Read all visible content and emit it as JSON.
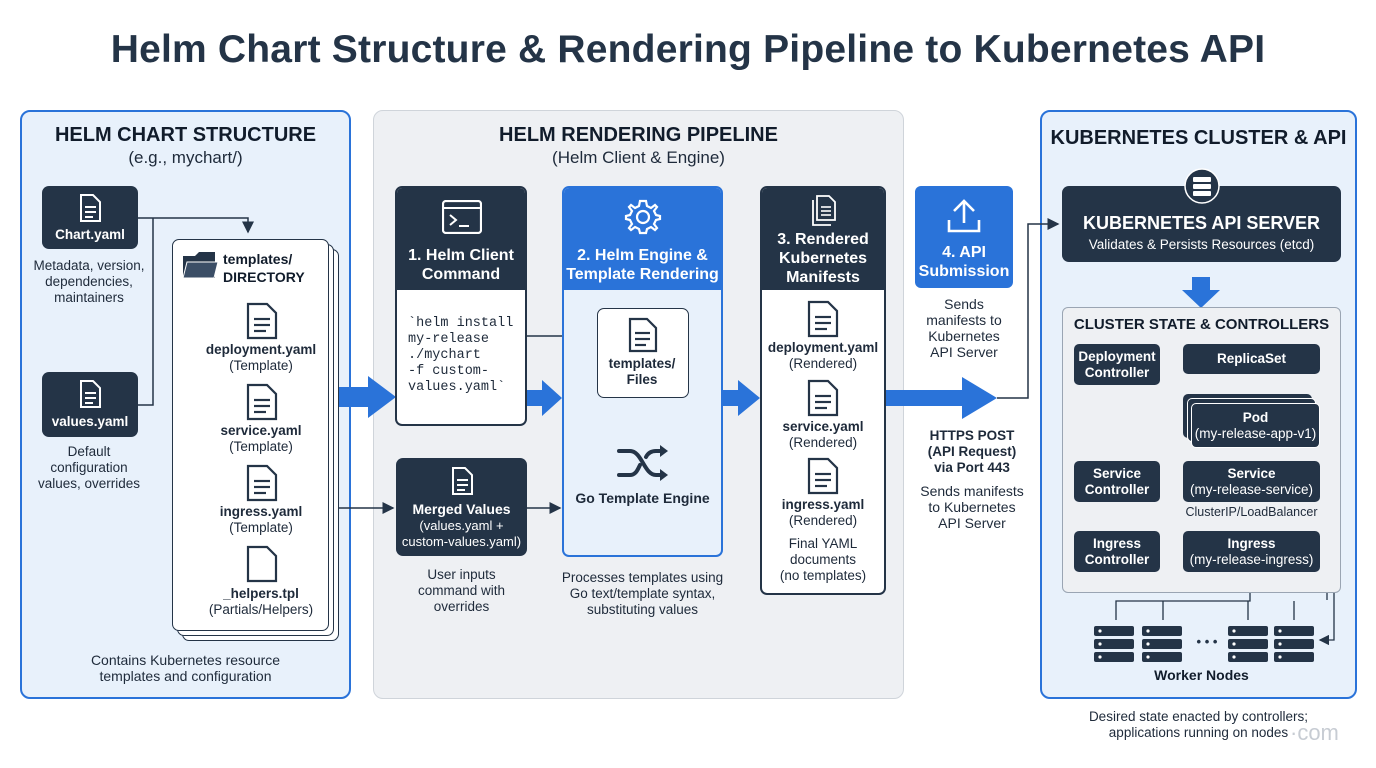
{
  "title": "Helm Chart Structure & Rendering Pipeline to Kubernetes API",
  "left": {
    "heading": "HELM CHART STRUCTURE",
    "sub": "(e.g., mychart/)",
    "chart_label": "Chart.yaml",
    "chart_desc": [
      "Metadata, version,",
      "dependencies,",
      "maintainers"
    ],
    "values_label": "values.yaml",
    "values_desc": [
      "Default",
      "configuration",
      "values, overrides"
    ],
    "templates_dir": [
      "templates/",
      "DIRECTORY"
    ],
    "files": [
      {
        "name": "deployment.yaml",
        "kind": "(Template)"
      },
      {
        "name": "service.yaml",
        "kind": "(Template)"
      },
      {
        "name": "ingress.yaml",
        "kind": "(Template)"
      },
      {
        "name": "_helpers.tpl",
        "kind": "(Partials/Helpers)"
      }
    ],
    "footer": [
      "Contains Kubernetes resource",
      "templates and configuration"
    ]
  },
  "middle": {
    "heading": "HELM RENDERING PIPELINE",
    "sub": "(Helm Client & Engine)",
    "step1": {
      "title": [
        "1. Helm Client",
        "Command"
      ],
      "code": [
        "`helm install",
        "my-release",
        "./mychart",
        "-f custom-",
        "values.yaml`"
      ]
    },
    "merged": {
      "title": "Merged Values",
      "desc": [
        "(values.yaml +",
        "custom-values.yaml)"
      ],
      "caption": [
        "User inputs",
        "command with",
        "overrides"
      ]
    },
    "step2": {
      "title": [
        "2. Helm Engine &",
        "Template Rendering"
      ],
      "inner": [
        "templates/",
        "Files"
      ],
      "engine": "Go Template Engine",
      "caption": [
        "Processes templates using",
        "Go text/template syntax,",
        "substituting values"
      ]
    },
    "step3": {
      "title": [
        "3. Rendered",
        "Kubernetes",
        "Manifests"
      ],
      "files": [
        {
          "name": "deployment.yaml",
          "kind": "(Rendered)"
        },
        {
          "name": "service.yaml",
          "kind": "(Rendered)"
        },
        {
          "name": "ingress.yaml",
          "kind": "(Rendered)"
        }
      ],
      "final": [
        "Final YAML",
        "documents",
        "(no templates)"
      ]
    }
  },
  "api": {
    "title": [
      "4. API",
      "Submission"
    ],
    "desc": [
      "Sends",
      "manifests to",
      "Kubernetes",
      "API Server"
    ],
    "https": [
      "HTTPS POST",
      "(API Request)",
      "via Port 443"
    ],
    "desc2": [
      "Sends manifests",
      "to Kubernetes",
      "API Server"
    ]
  },
  "right": {
    "heading": "KUBERNETES CLUSTER & API",
    "server_title": "KUBERNETES API SERVER",
    "server_sub": "Validates & Persists Resources (etcd)",
    "state_heading": "CLUSTER STATE & CONTROLLERS",
    "deploy_ctrl": [
      "Deployment",
      "Controller"
    ],
    "replicaset": "ReplicaSet",
    "pod": [
      "Pod",
      "(my-release-app-v1)"
    ],
    "service_ctrl": [
      "Service",
      "Controller"
    ],
    "service": [
      "Service",
      "(my-release-service)"
    ],
    "service_note": "ClusterIP/LoadBalancer",
    "ingress_ctrl": [
      "Ingress",
      "Controller"
    ],
    "ingress": [
      "Ingress",
      "(my-release-ingress)"
    ],
    "ellipsis": "• • •",
    "worker_nodes": "Worker Nodes",
    "footer": [
      "Desired state enacted by controllers;",
      "applications running on nodes"
    ]
  },
  "watermark": "·com",
  "colors": {
    "navy": "#243447",
    "blue": "#2a73d9",
    "panel_blue": "#e8f1fb",
    "panel_grey": "#eef0f3"
  },
  "icons": [
    "file-icon",
    "folder-icon",
    "terminal-icon",
    "gear-icon",
    "shuffle-icon",
    "files-stack-icon",
    "upload-icon",
    "server-icon",
    "server-rack-icon"
  ]
}
